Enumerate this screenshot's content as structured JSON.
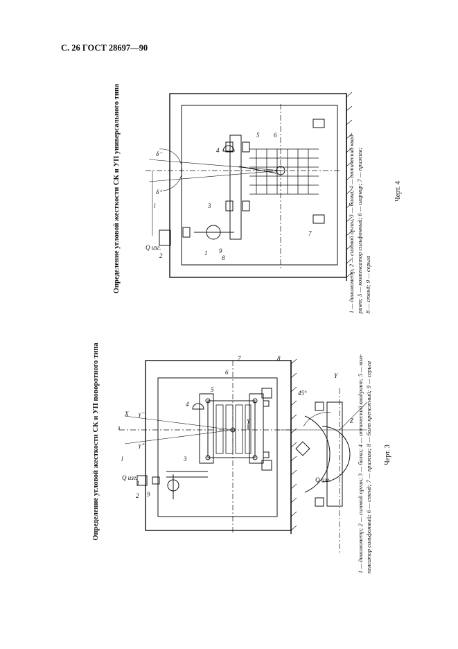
{
  "header": "С. 26 ГОСТ 28697—90",
  "left": {
    "title": "Определение угловой жесткости СК и УП поворотного типа",
    "caption_line1": "1 — динамометр; 2 — силовой орган; 3 — балка; 4 — оптический квадрант; 5 — ком-",
    "caption_line2": "пенсатор сильфонный; 6 — стенд; 7 — прижим; 8 — болт крепежный; 9 — серьга",
    "figure": "Черт. 3",
    "labels": {
      "n1": "1",
      "n2": "2",
      "n3": "3",
      "n4": "4",
      "n5": "5",
      "n6": "6",
      "n7": "7",
      "n8": "8",
      "n9": "9",
      "q": "Q изг.",
      "q2": "Q изг.",
      "l": "l",
      "x": "X",
      "y": "Y",
      "y2": "Y",
      "z": "Z",
      "gp": "γ⁺",
      "gm": "γ⁻",
      "angle": "45°"
    }
  },
  "right": {
    "title": "Определение угловой жесткости СК и УП универсального типа",
    "caption_line1": "1 — динамометр, 2 — силовой орган, 3 — балка, 4 — оптический квад-",
    "caption_line2": "рант; 5 — компенсатор сильфонный; 6 — шарнир; 7 — прижим;",
    "caption_line3": "8 — стенд; 9 — серьга",
    "figure": "Черт. 4",
    "labels": {
      "n1": "1",
      "n2": "2",
      "n3": "3",
      "n4": "4",
      "n5": "5",
      "n6": "6",
      "n7": "7",
      "n8": "8",
      "n9": "9",
      "q": "Q изг.",
      "l": "l",
      "dp": "δ⁺",
      "dm": "δ⁻"
    }
  }
}
